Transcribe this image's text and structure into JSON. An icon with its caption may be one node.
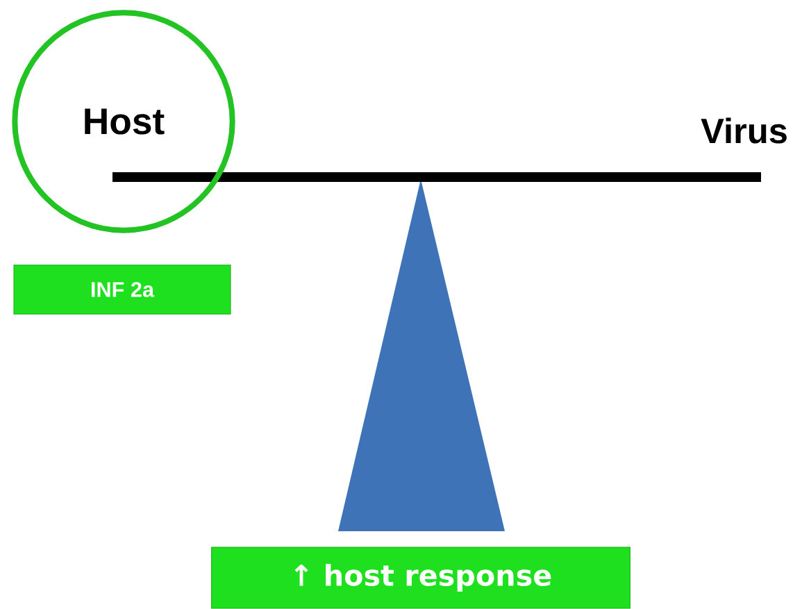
{
  "diagram": {
    "nodes": [
      {
        "text": [
          "Host"
        ]
      },
      {
        "text": [
          "INF 2a"
        ]
      },
      {
        "text": [
          "↑ host response"
        ]
      }
    ],
    "labels": [
      "Virus"
    ]
  }
}
